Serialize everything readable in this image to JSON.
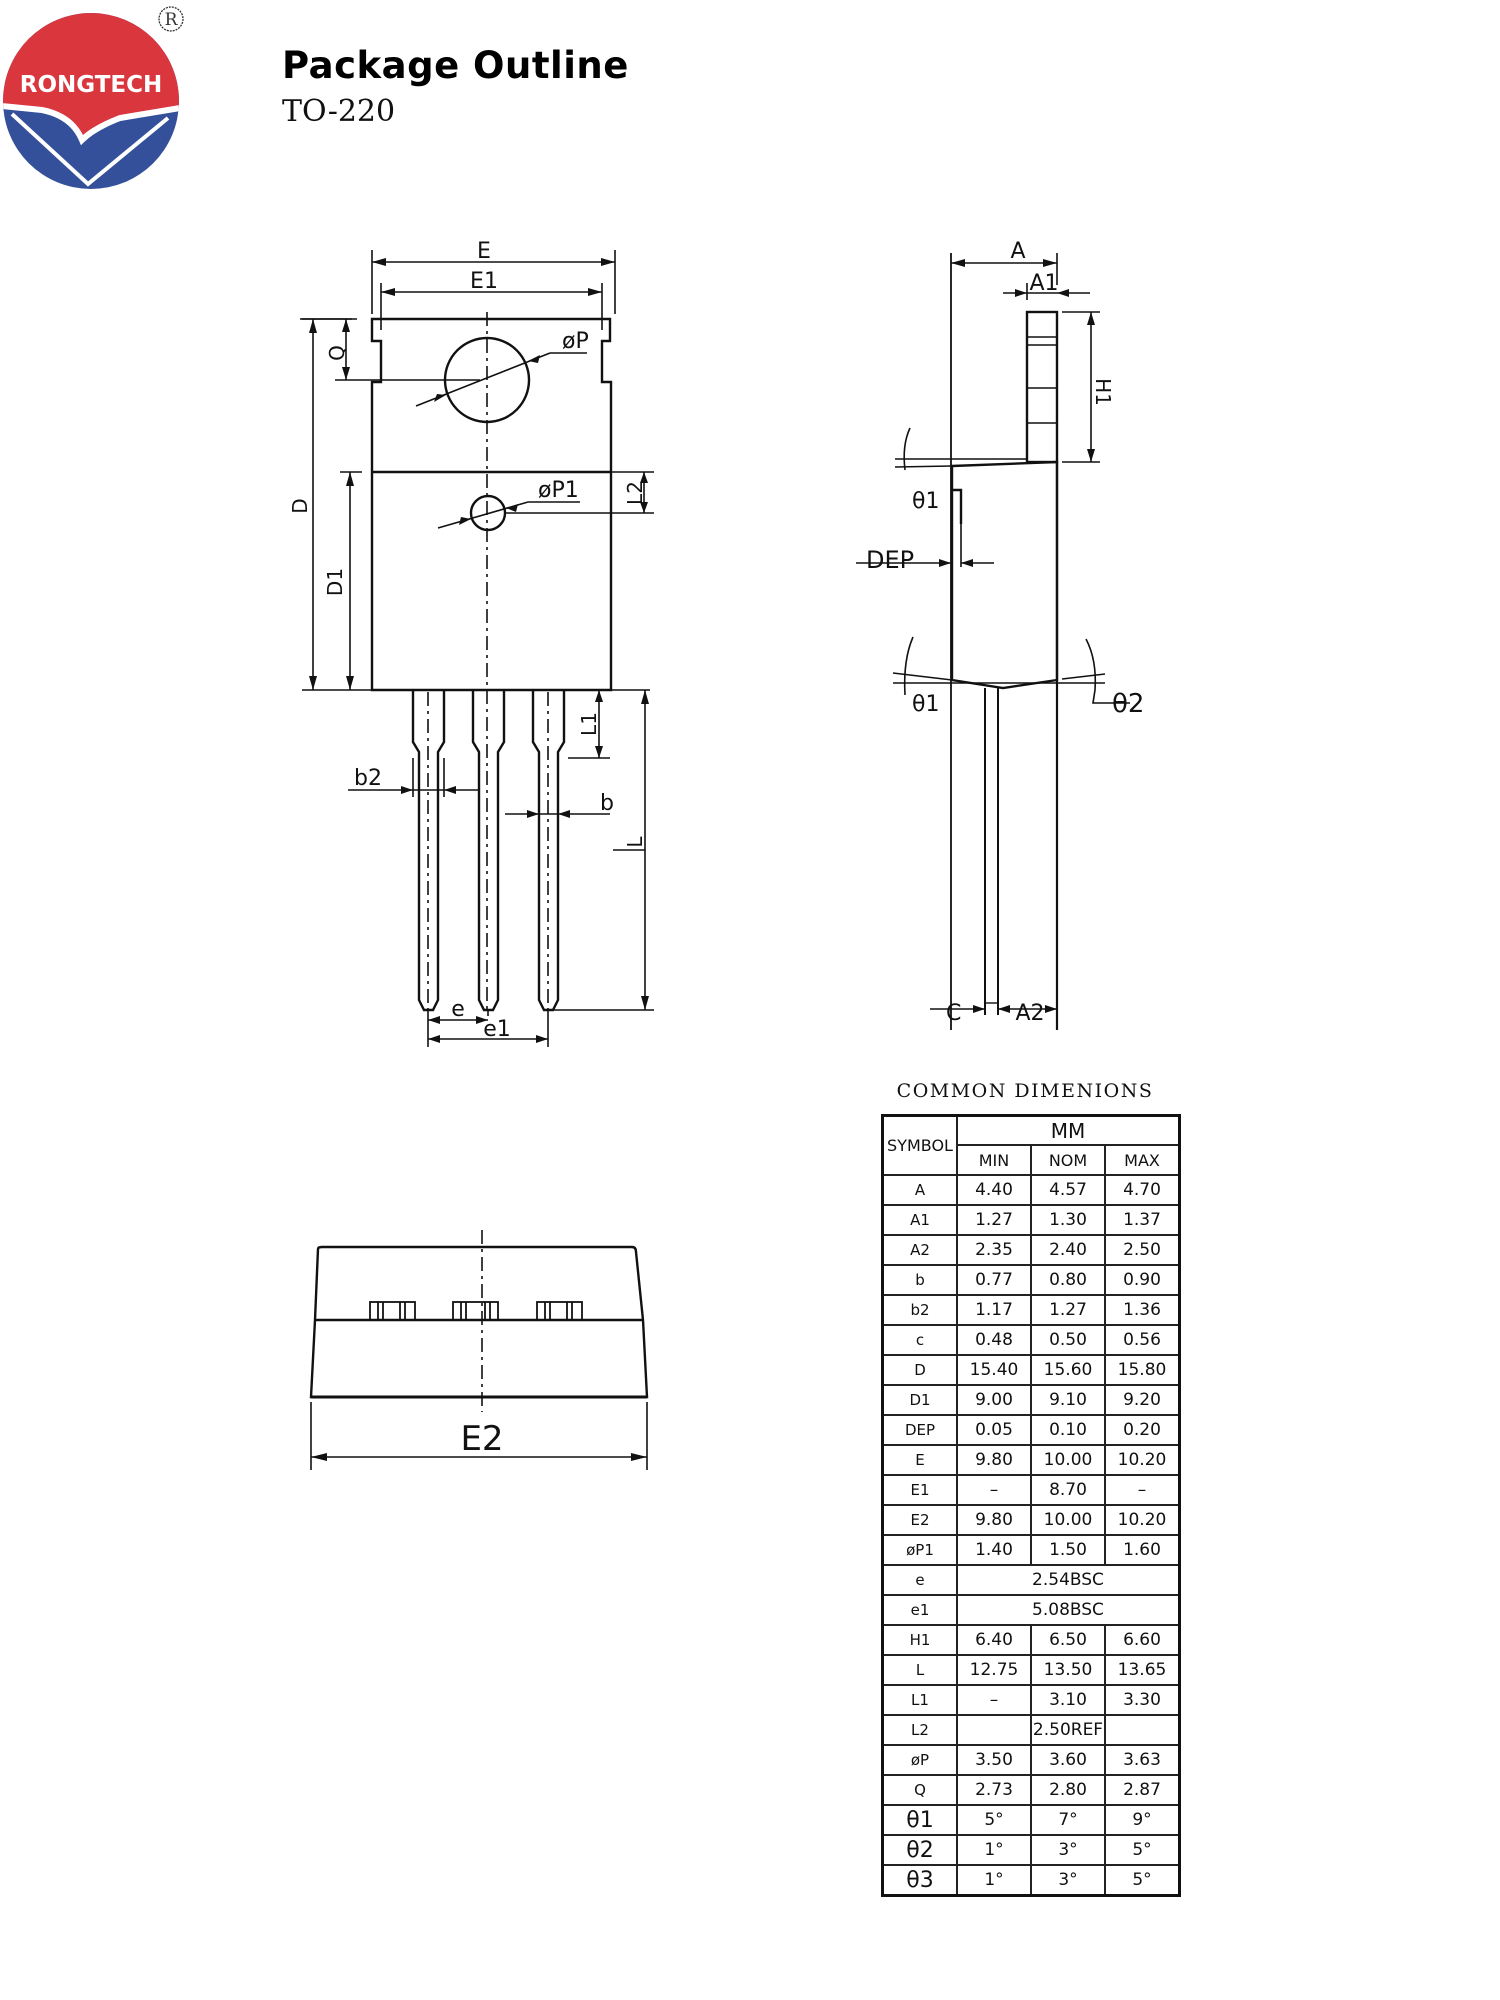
{
  "header": {
    "logo_text": "RONGTECH",
    "registered_mark": "R",
    "title": "Package Outline",
    "subtitle": "TO-220",
    "colors": {
      "logo_red": "#d9363e",
      "logo_blue": "#35509a"
    }
  },
  "drawings": {
    "front_view": {
      "labels": {
        "E": "E",
        "E1": "E1",
        "phiP": "øP",
        "Q": "Q",
        "D": "D",
        "D1": "D1",
        "phiP1": "øP1",
        "L2": "L2",
        "L1": "L1",
        "b2": "b2",
        "b": "b",
        "L": "L",
        "e": "e",
        "e1": "e1"
      }
    },
    "side_view": {
      "labels": {
        "A": "A",
        "A1": "A1",
        "H1": "H1",
        "theta1_top": "θ1",
        "DEP": "DEP",
        "theta1_bottom": "θ1",
        "theta2": "θ2",
        "C": "C",
        "A2": "A2"
      }
    },
    "bottom_view": {
      "labels": {
        "E2": "E2"
      }
    }
  },
  "table": {
    "caption": "COMMON DIMENIONS",
    "header": {
      "symbol": "SYMBOL",
      "unit": "MM",
      "min": "MIN",
      "nom": "NOM",
      "max": "MAX"
    },
    "rows": [
      {
        "symbol": "A",
        "min": "4.40",
        "nom": "4.57",
        "max": "4.70"
      },
      {
        "symbol": "A1",
        "min": "1.27",
        "nom": "1.30",
        "max": "1.37"
      },
      {
        "symbol": "A2",
        "min": "2.35",
        "nom": "2.40",
        "max": "2.50"
      },
      {
        "symbol": "b",
        "min": "0.77",
        "nom": "0.80",
        "max": "0.90"
      },
      {
        "symbol": "b2",
        "min": "1.17",
        "nom": "1.27",
        "max": "1.36"
      },
      {
        "symbol": "c",
        "min": "0.48",
        "nom": "0.50",
        "max": "0.56"
      },
      {
        "symbol": "D",
        "min": "15.40",
        "nom": "15.60",
        "max": "15.80"
      },
      {
        "symbol": "D1",
        "min": "9.00",
        "nom": "9.10",
        "max": "9.20"
      },
      {
        "symbol": "DEP",
        "min": "0.05",
        "nom": "0.10",
        "max": "0.20"
      },
      {
        "symbol": "E",
        "min": "9.80",
        "nom": "10.00",
        "max": "10.20"
      },
      {
        "symbol": "E1",
        "min": "–",
        "nom": "8.70",
        "max": "–"
      },
      {
        "symbol": "E2",
        "min": "9.80",
        "nom": "10.00",
        "max": "10.20"
      },
      {
        "symbol": "øP1",
        "min": "1.40",
        "nom": "1.50",
        "max": "1.60"
      },
      {
        "symbol": "e",
        "span": "2.54BSC"
      },
      {
        "symbol": "e1",
        "span": "5.08BSC"
      },
      {
        "symbol": "H1",
        "min": "6.40",
        "nom": "6.50",
        "max": "6.60"
      },
      {
        "symbol": "L",
        "min": "12.75",
        "nom": "13.50",
        "max": "13.65"
      },
      {
        "symbol": "L1",
        "min": "–",
        "nom": "3.10",
        "max": "3.30"
      },
      {
        "symbol": "L2",
        "min": "",
        "nom": "2.50REF",
        "max": ""
      },
      {
        "symbol": "øP",
        "min": "3.50",
        "nom": "3.60",
        "max": "3.63"
      },
      {
        "symbol": "Q",
        "min": "2.73",
        "nom": "2.80",
        "max": "2.87"
      },
      {
        "symbol": "θ1",
        "min": "5°",
        "nom": "7°",
        "max": "9°"
      },
      {
        "symbol": "θ2",
        "min": "1°",
        "nom": "3°",
        "max": "5°"
      },
      {
        "symbol": "θ3",
        "min": "1°",
        "nom": "3°",
        "max": "5°"
      }
    ]
  }
}
